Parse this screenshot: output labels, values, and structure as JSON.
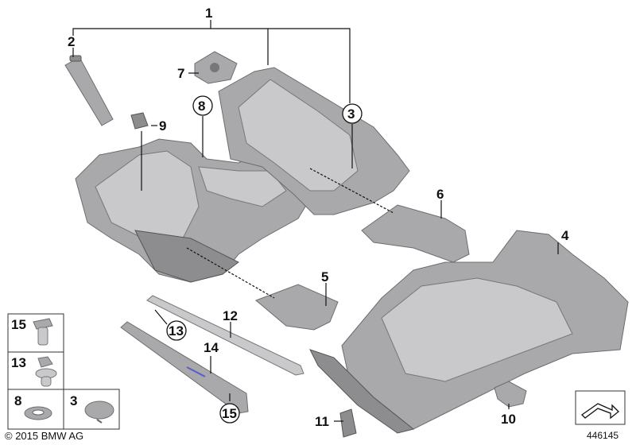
{
  "callouts": {
    "n1": "1",
    "n2": "2",
    "n3": "3",
    "n4": "4",
    "n5": "5",
    "n6": "6",
    "n7": "7",
    "n8": "8",
    "n9": "9",
    "n10": "10",
    "n11": "11",
    "n12": "12",
    "n13": "13",
    "n14": "14",
    "n15": "15"
  },
  "legend": {
    "items": [
      {
        "label": "15",
        "part": "clip"
      },
      {
        "label": "13",
        "part": "expanding-rivet"
      },
      {
        "label": "8",
        "part": "speed-nut"
      },
      {
        "label": "3",
        "part": "cap"
      }
    ]
  },
  "footer": {
    "copyright": "© 2015 BMW AG",
    "diagram_number": "446145"
  }
}
